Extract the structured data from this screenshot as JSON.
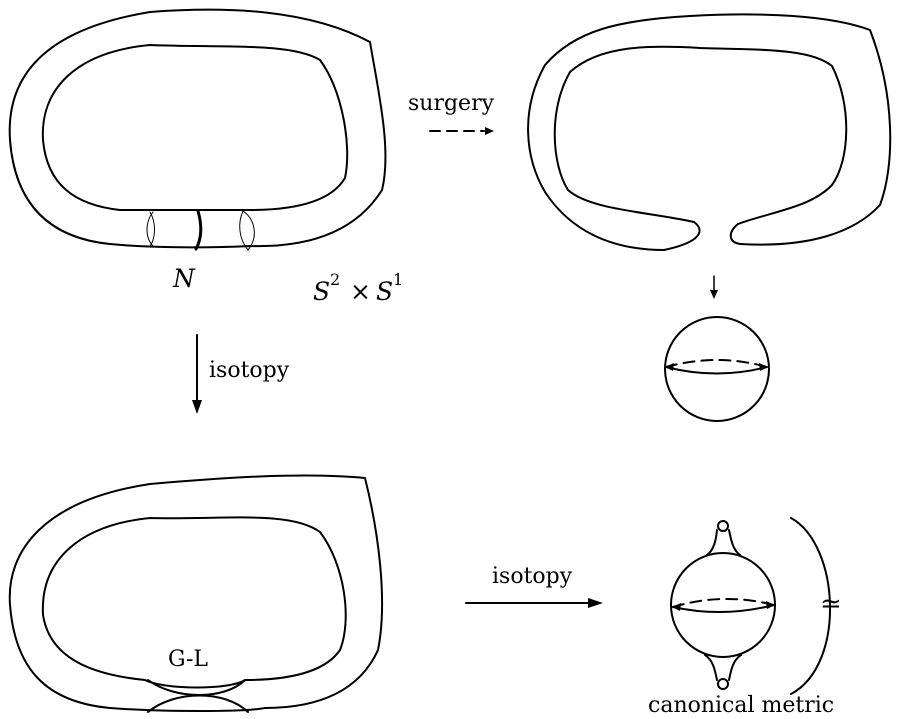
{
  "labels": {
    "surgery": "surgery",
    "isotopy_vertical": "isotopy",
    "isotopy_horizontal": "isotopy",
    "neck_label": "N",
    "manifold_base": "S",
    "manifold_exp1": "2",
    "manifold_times": "×",
    "manifold_base2": "S",
    "manifold_exp2": "1",
    "gl_label": "G-L",
    "homeomorphic_symbol": "≃",
    "canonical_metric": "canonical metric"
  },
  "colors": {
    "stroke": "#000000",
    "background": "#ffffff"
  }
}
